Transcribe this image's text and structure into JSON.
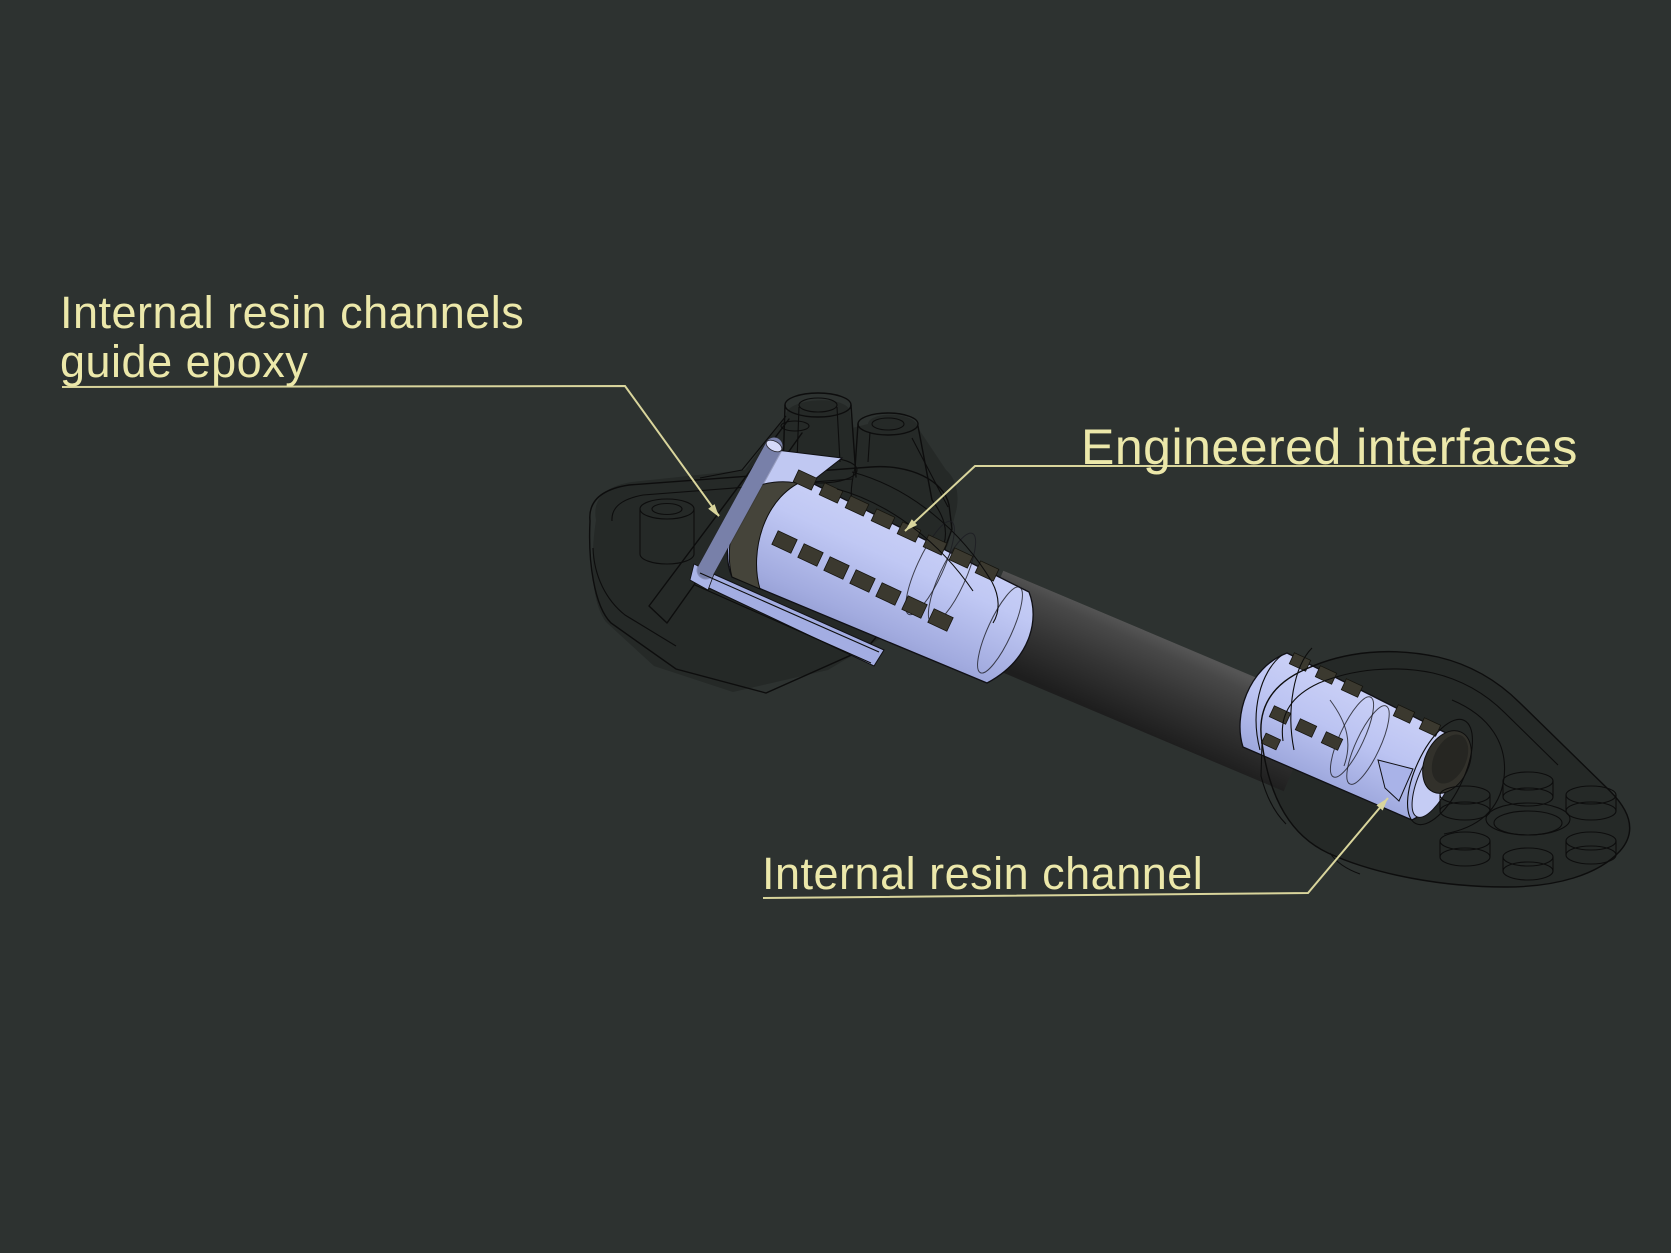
{
  "annotations": {
    "label1": {
      "line1": "Internal resin channels",
      "line2": "guide epoxy"
    },
    "label2": {
      "text": "Engineered interfaces"
    },
    "label3": {
      "text": "Internal resin channel"
    }
  },
  "colors": {
    "background": "#2d3230",
    "label_text": "#ece8aa",
    "leader_line": "#d9d59c",
    "sleeve": "#b7c0ee",
    "sleeve_highlight": "#d5daf8",
    "sleeve_shadow": "#8791c8",
    "slot": "#3b392f",
    "tube": "#363636",
    "wireframe": "#0d0d0d"
  }
}
